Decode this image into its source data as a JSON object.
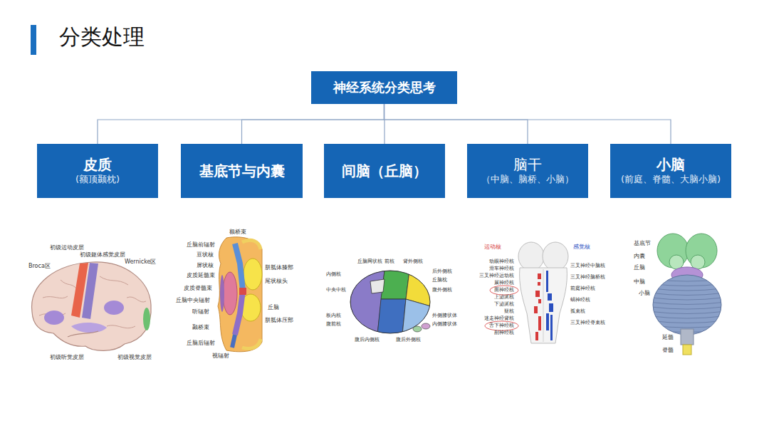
{
  "diagram": {
    "title": "分类处理",
    "nodes": [
      {
        "text": [
          "神经系统分类思考"
        ]
      },
      {
        "text": [
          "皮质",
          "(额顶颞枕)"
        ]
      },
      {
        "text": [
          "基底节与内囊"
        ]
      },
      {
        "text": [
          "间脑（丘脑）"
        ]
      },
      {
        "text": [
          "脑干",
          "（中脑、脑桥、小脑）"
        ]
      },
      {
        "text": [
          "小脑",
          "(前庭、脊髓、大脑小脑)"
        ]
      }
    ],
    "edges": [
      {
        "from": 0,
        "to": 1,
        "arrow": "none"
      },
      {
        "from": 0,
        "to": 2,
        "arrow": "none"
      },
      {
        "from": 0,
        "to": 3,
        "arrow": "none"
      },
      {
        "from": 0,
        "to": 4,
        "arrow": "none"
      },
      {
        "from": 0,
        "to": 5,
        "arrow": "none"
      }
    ],
    "labels": [
      "初级运动皮层",
      "初级躯体感觉皮层",
      "Broca区",
      "Wernicke区",
      "初级听觉皮层",
      "初级视觉皮层",
      "额桥束",
      "丘脑前辐射",
      "豆状核",
      "屏状核",
      "皮质延髓束",
      "皮质脊髓束",
      "丘脑中央辐射",
      "听辐射",
      "颞桥束",
      "丘脑后辐射",
      "视辐射",
      "胼胝体膝部",
      "尾状核头",
      "丘脑",
      "胼胝体压部",
      "丘脑网状核",
      "前核",
      "背外侧核",
      "内侧核",
      "中央中核",
      "板内核",
      "腹前核",
      "后外侧核",
      "丘脑枕",
      "腹外侧核",
      "外侧膝状体",
      "内侧膝状体",
      "腹后外侧核",
      "腹后内侧核",
      "运动核",
      "感觉核",
      "动眼神经核",
      "滑车神经核",
      "三叉神经运动核",
      "展神经核",
      "面神经核",
      "上泌涎核",
      "下泌涎核",
      "疑核",
      "迷走神经背核",
      "舌下神经核",
      "副神经核",
      "三叉神经中脑核",
      "三叉神经脑桥核",
      "前庭神经核",
      "蜗神经核",
      "孤束核",
      "三叉神经脊束核",
      "基底节",
      "内囊",
      "丘脑",
      "中脑",
      "小脑",
      "延髓",
      "脊髓"
    ]
  }
}
